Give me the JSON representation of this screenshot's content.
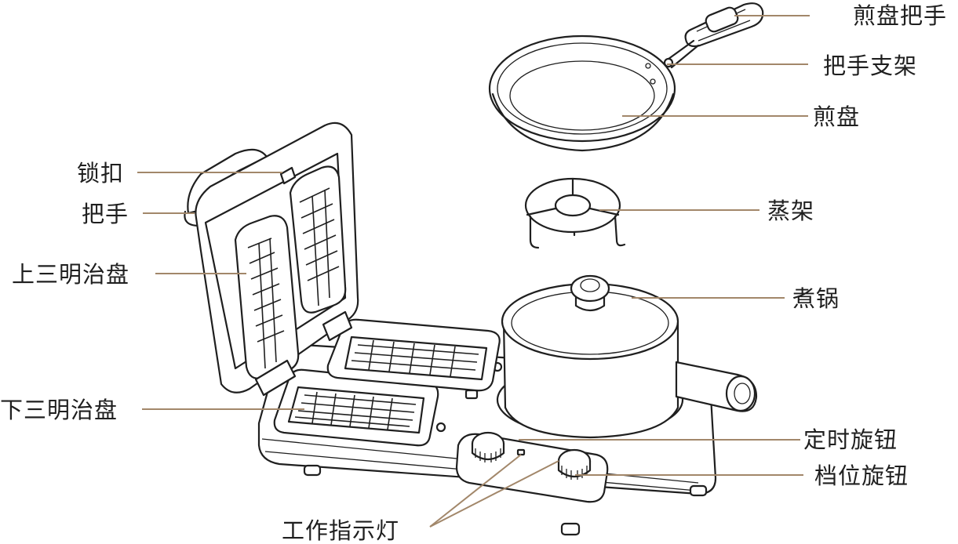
{
  "labels": {
    "frying_pan_handle": "煎盘把手",
    "handle_bracket": "把手支架",
    "frying_pan": "煎盘",
    "lock": "锁扣",
    "handle": "把手",
    "steam_rack": "蒸架",
    "upper_sandwich_plate": "上三明治盘",
    "cooking_pot": "煮锅",
    "lower_sandwich_plate": "下三明治盘",
    "timer_knob": "定时旋钮",
    "power_level_knob": "档位旋钮",
    "indicator_light": "工作指示灯"
  },
  "colors": {
    "leader_line": "#a2876a",
    "outline": "#1f1f1f",
    "background": "#ffffff"
  }
}
